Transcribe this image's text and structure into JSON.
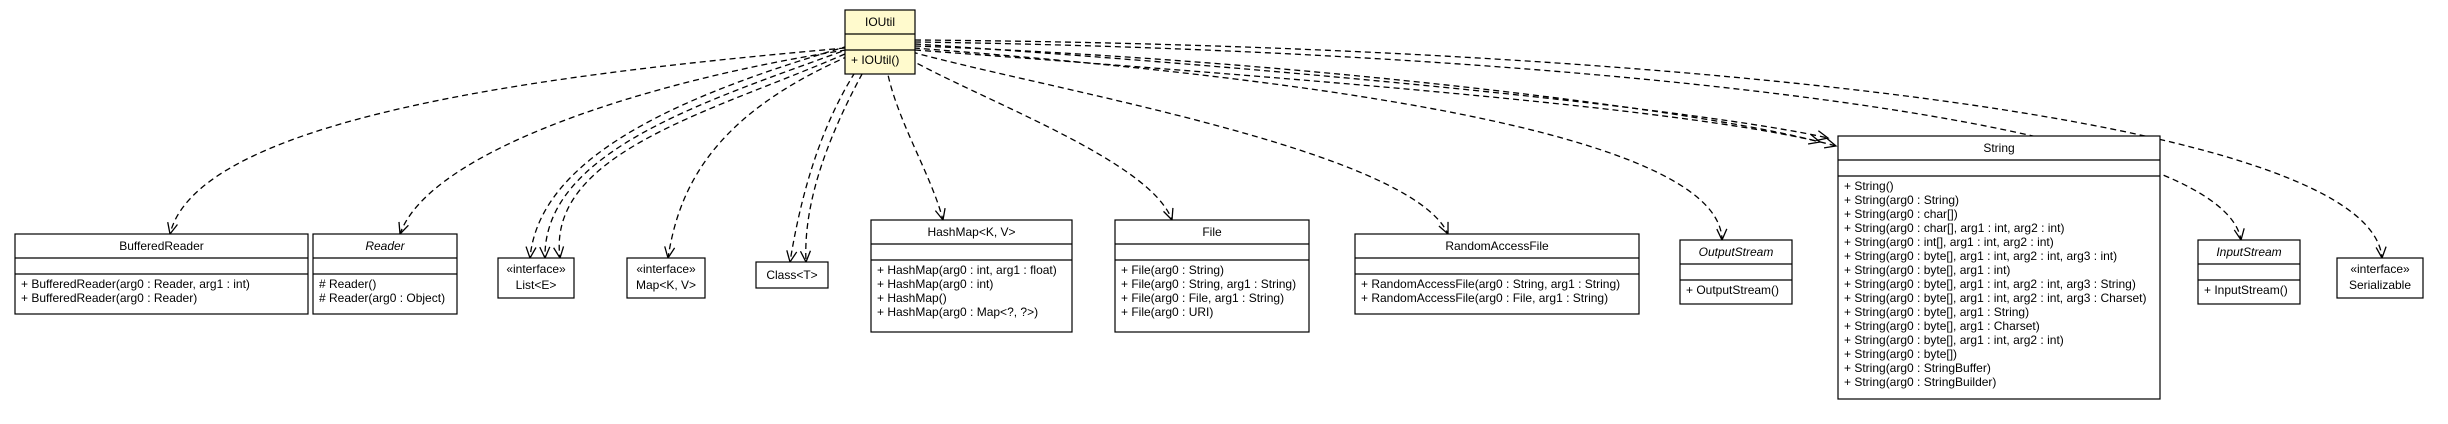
{
  "classes": [
    {
      "id": "ioutil",
      "name": "IOUtil",
      "stereotype": "",
      "italic": false,
      "focus": true,
      "fields": [],
      "methods": [
        "+ IOUtil()"
      ]
    },
    {
      "id": "bufferedreader",
      "name": "BufferedReader",
      "stereotype": "",
      "italic": false,
      "focus": false,
      "fields": [],
      "methods": [
        "+ BufferedReader(arg0 : Reader, arg1 : int)",
        "+ BufferedReader(arg0 : Reader)"
      ]
    },
    {
      "id": "reader",
      "name": "Reader",
      "stereotype": "",
      "italic": true,
      "focus": false,
      "fields": [],
      "methods": [
        "# Reader()",
        "# Reader(arg0 : Object)"
      ]
    },
    {
      "id": "list",
      "name": "List<E>",
      "stereotype": "«interface»",
      "italic": false,
      "focus": false
    },
    {
      "id": "map",
      "name": "Map<K, V>",
      "stereotype": "«interface»",
      "italic": false,
      "focus": false
    },
    {
      "id": "class",
      "name": "Class<T>",
      "stereotype": "",
      "italic": false,
      "focus": false
    },
    {
      "id": "hashmap",
      "name": "HashMap<K, V>",
      "stereotype": "",
      "italic": false,
      "focus": false,
      "fields": [],
      "methods": [
        "+ HashMap(arg0 : int, arg1 : float)",
        "+ HashMap(arg0 : int)",
        "+ HashMap()",
        "+ HashMap(arg0 : Map<?, ?>)"
      ]
    },
    {
      "id": "file",
      "name": "File",
      "stereotype": "",
      "italic": false,
      "focus": false,
      "fields": [],
      "methods": [
        "+ File(arg0 : String)",
        "+ File(arg0 : String, arg1 : String)",
        "+ File(arg0 : File, arg1 : String)",
        "+ File(arg0 : URI)"
      ]
    },
    {
      "id": "raf",
      "name": "RandomAccessFile",
      "stereotype": "",
      "italic": false,
      "focus": false,
      "fields": [],
      "methods": [
        "+ RandomAccessFile(arg0 : String, arg1 : String)",
        "+ RandomAccessFile(arg0 : File, arg1 : String)"
      ]
    },
    {
      "id": "outputstream",
      "name": "OutputStream",
      "stereotype": "",
      "italic": true,
      "focus": false,
      "fields": [],
      "methods": [
        "+ OutputStream()"
      ]
    },
    {
      "id": "string",
      "name": "String",
      "stereotype": "",
      "italic": false,
      "focus": false,
      "fields": [],
      "methods": [
        "+ String()",
        "+ String(arg0 : String)",
        "+ String(arg0 : char[])",
        "+ String(arg0 : char[], arg1 : int, arg2 : int)",
        "+ String(arg0 : int[], arg1 : int, arg2 : int)",
        "+ String(arg0 : byte[], arg1 : int, arg2 : int, arg3 : int)",
        "+ String(arg0 : byte[], arg1 : int)",
        "+ String(arg0 : byte[], arg1 : int, arg2 : int, arg3 : String)",
        "+ String(arg0 : byte[], arg1 : int, arg2 : int, arg3 : Charset)",
        "+ String(arg0 : byte[], arg1 : String)",
        "+ String(arg0 : byte[], arg1 : Charset)",
        "+ String(arg0 : byte[], arg1 : int, arg2 : int)",
        "+ String(arg0 : byte[])",
        "+ String(arg0 : StringBuffer)",
        "+ String(arg0 : StringBuilder)"
      ]
    },
    {
      "id": "inputstream",
      "name": "InputStream",
      "stereotype": "",
      "italic": true,
      "focus": false,
      "fields": [],
      "methods": [
        "+ InputStream()"
      ]
    },
    {
      "id": "serializable",
      "name": "Serializable",
      "stereotype": "«interface»",
      "italic": false,
      "focus": false
    }
  ],
  "dependencies": [
    {
      "from": "ioutil",
      "to": "bufferedreader"
    },
    {
      "from": "ioutil",
      "to": "reader"
    },
    {
      "from": "ioutil",
      "to": "list"
    },
    {
      "from": "ioutil",
      "to": "list"
    },
    {
      "from": "ioutil",
      "to": "list"
    },
    {
      "from": "ioutil",
      "to": "map"
    },
    {
      "from": "ioutil",
      "to": "class"
    },
    {
      "from": "ioutil",
      "to": "class"
    },
    {
      "from": "ioutil",
      "to": "hashmap"
    },
    {
      "from": "ioutil",
      "to": "file"
    },
    {
      "from": "ioutil",
      "to": "raf"
    },
    {
      "from": "ioutil",
      "to": "outputstream"
    },
    {
      "from": "ioutil",
      "to": "string"
    },
    {
      "from": "ioutil",
      "to": "string"
    },
    {
      "from": "ioutil",
      "to": "string"
    },
    {
      "from": "ioutil",
      "to": "inputstream"
    },
    {
      "from": "ioutil",
      "to": "serializable"
    }
  ]
}
